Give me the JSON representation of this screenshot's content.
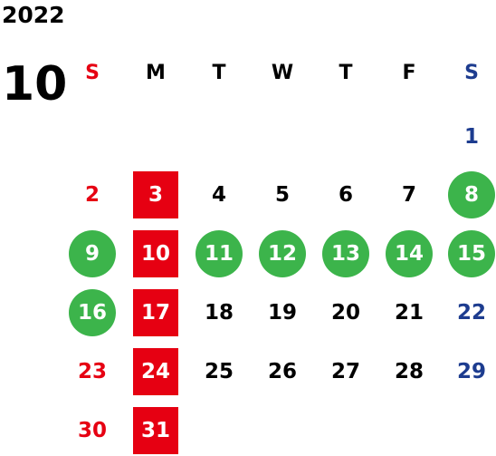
{
  "calendar": {
    "year": "2022",
    "month": "10",
    "weekdays": [
      "S",
      "M",
      "T",
      "W",
      "T",
      "F",
      "S"
    ],
    "colors": {
      "sunday": "#e60012",
      "saturday": "#1d3c8f",
      "holiday_fill": "#e60012",
      "event_fill": "#3cb44b",
      "default_text": "#000000"
    },
    "days": [
      "1",
      "2",
      "3",
      "4",
      "5",
      "6",
      "7",
      "8",
      "9",
      "10",
      "11",
      "12",
      "13",
      "14",
      "15",
      "16",
      "17",
      "18",
      "19",
      "20",
      "21",
      "22",
      "23",
      "24",
      "25",
      "26",
      "27",
      "28",
      "29",
      "30",
      "31"
    ],
    "highlight_red_square": [
      "3",
      "10",
      "17",
      "24",
      "31"
    ],
    "highlight_green_circle": [
      "8",
      "9",
      "11",
      "12",
      "13",
      "14",
      "15",
      "16"
    ]
  }
}
